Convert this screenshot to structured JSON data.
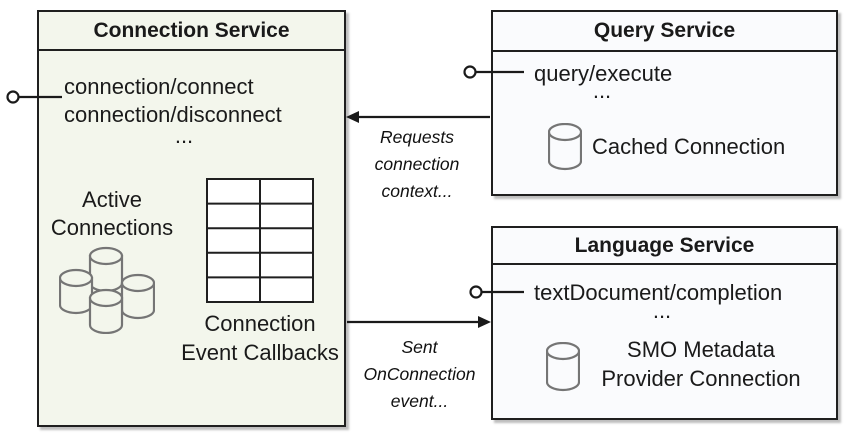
{
  "connection_service": {
    "title": "Connection Service",
    "methods": [
      "connection/connect",
      "connection/disconnect"
    ],
    "ellipsis": "...",
    "active_connections_label": "Active Connections",
    "active_connections_icon": "database-cylinder-cluster",
    "callbacks_icon": "table-grid-5x2",
    "callbacks_label": "Connection Event Callbacks"
  },
  "query_service": {
    "title": "Query Service",
    "methods": [
      "query/execute"
    ],
    "ellipsis": "...",
    "cached_connection_icon": "database-cylinder",
    "cached_connection_label": "Cached Connection"
  },
  "language_service": {
    "title": "Language Service",
    "methods": [
      "textDocument/completion"
    ],
    "ellipsis": "...",
    "provider_icon": "database-cylinder",
    "provider_label_line1": "SMO Metadata",
    "provider_label_line2": "Provider Connection"
  },
  "connectors": {
    "requests_arrow_label": "Requests connection context...",
    "sent_arrow_label": "Sent OnConnection event...",
    "lollipop_icon": "interface-lollipop"
  },
  "colors": {
    "connection_box_fill": "#f3f6ec",
    "service_box_fill": "#fafbfd",
    "border": "#1f1f1f",
    "cylinder_stroke": "#757575"
  }
}
